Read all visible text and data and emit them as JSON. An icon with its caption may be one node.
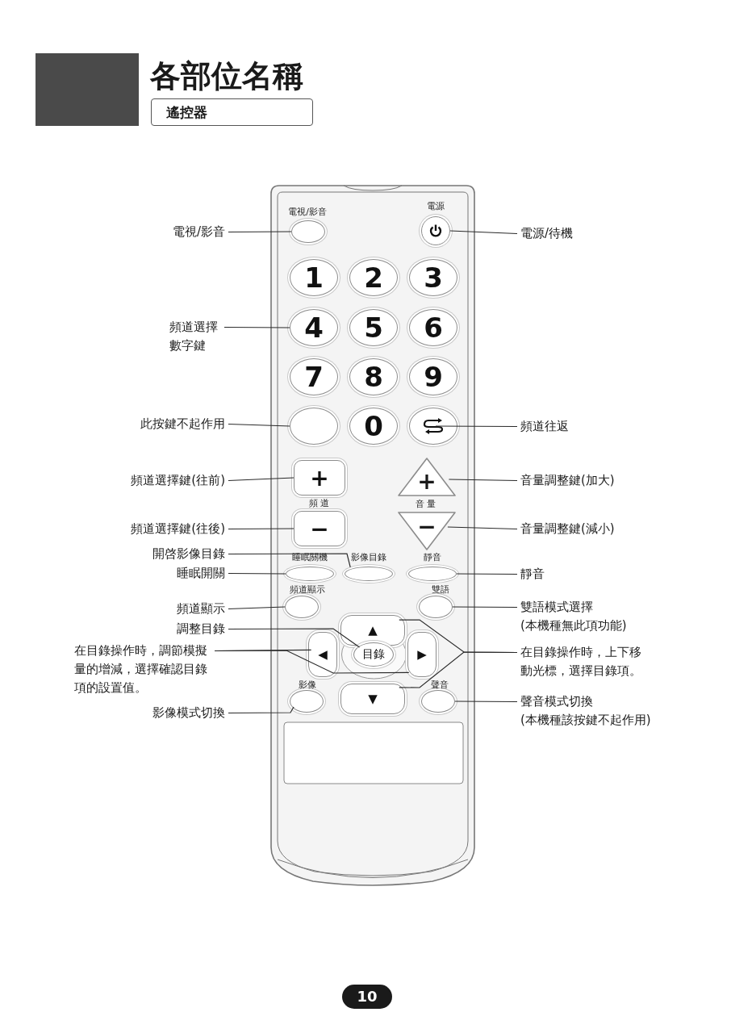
{
  "diagram": {
    "title": "各部位名稱",
    "nodes": [
      {
        "text": [
          "遙控器"
        ]
      },
      {
        "text": [],
        "shape": "box"
      },
      {
        "text": [],
        "shape": "oval",
        "in": 1,
        "beside": [
          "電視/影音"
        ]
      },
      {
        "text": [],
        "shape": "circle",
        "in": 1,
        "beside": [
          "電源"
        ]
      },
      {
        "text": [
          "1"
        ],
        "in": 1
      },
      {
        "text": [
          "2"
        ],
        "in": 1
      },
      {
        "text": [
          "3"
        ],
        "in": 1
      },
      {
        "text": [
          "4"
        ],
        "in": 1
      },
      {
        "text": [
          "5"
        ],
        "in": 1
      },
      {
        "text": [
          "6"
        ],
        "in": 1
      },
      {
        "text": [
          "7"
        ],
        "in": 1
      },
      {
        "text": [
          "8"
        ],
        "in": 1
      },
      {
        "text": [
          "9"
        ],
        "in": 1
      },
      {
        "text": [],
        "shape": "oval",
        "in": 1
      },
      {
        "text": [
          "0"
        ],
        "in": 1
      },
      {
        "text": [],
        "shape": "oval",
        "in": 1
      },
      {
        "text": [
          "+"
        ],
        "in": 1
      },
      {
        "text": [
          "+"
        ],
        "in": 1
      },
      {
        "text": [
          "−"
        ],
        "in": 1
      },
      {
        "text": [
          "−"
        ],
        "in": 1
      },
      {
        "text": [],
        "shape": "oval",
        "in": 1,
        "beside": [
          "睡眠關機"
        ]
      },
      {
        "text": [],
        "shape": "oval",
        "in": 1,
        "beside": [
          "影像目錄"
        ]
      },
      {
        "text": [],
        "shape": "oval",
        "in": 1,
        "beside": [
          "靜音"
        ]
      },
      {
        "text": [],
        "shape": "oval",
        "in": 1,
        "beside": [
          "頻道顯示"
        ]
      },
      {
        "text": [],
        "shape": "oval",
        "in": 1,
        "beside": [
          "雙語"
        ]
      },
      {
        "text": [
          "▲"
        ],
        "in": 1
      },
      {
        "text": [
          "◀"
        ],
        "in": 1
      },
      {
        "text": [
          "目錄"
        ],
        "in": 1
      },
      {
        "text": [
          "▶"
        ],
        "in": 1
      },
      {
        "text": [
          "▼"
        ],
        "in": 1
      },
      {
        "text": [],
        "shape": "oval",
        "in": 1,
        "beside": [
          "影像"
        ]
      },
      {
        "text": [],
        "shape": "oval",
        "in": 1,
        "beside": [
          "聲音"
        ]
      },
      {
        "text": [
          "電視/影音"
        ]
      },
      {
        "text": [
          "電源/待機"
        ]
      },
      {
        "text": [
          "頻道選擇數字鍵"
        ]
      },
      {
        "text": [
          "此按鍵不起作用"
        ]
      },
      {
        "text": [
          "頻道往返"
        ]
      },
      {
        "text": [
          "頻道選擇鍵(往前)"
        ]
      },
      {
        "text": [
          "音量調整鍵(加大)"
        ]
      },
      {
        "text": [
          "頻道選擇鍵(往後)"
        ]
      },
      {
        "text": [
          "音量調整鍵(減小)"
        ]
      },
      {
        "text": [
          "開啓影像目錄"
        ]
      },
      {
        "text": [
          "睡眠開關"
        ]
      },
      {
        "text": [
          "靜音"
        ]
      },
      {
        "text": [
          "頻道顯示"
        ]
      },
      {
        "text": [
          "雙語模式選擇",
          "(本機種無此項功能)"
        ]
      },
      {
        "text": [
          "調整目錄"
        ]
      },
      {
        "text": [
          "在目錄操作時，調節模擬量的增減，選擇確認目錄項的設置值。"
        ]
      },
      {
        "text": [
          "在目錄操作時，上下移動光標，選擇目錄項。"
        ]
      },
      {
        "text": [
          "聲音模式切換",
          "(本機種該按鍵不起作用)"
        ]
      },
      {
        "text": [
          "影像模式切換"
        ]
      }
    ],
    "edges": [
      {
        "from": 32,
        "to": 2,
        "arrow": "none"
      },
      {
        "from": 33,
        "to": 3,
        "arrow": "none"
      },
      {
        "from": 34,
        "to": 7,
        "arrow": "none"
      },
      {
        "from": 35,
        "to": 13,
        "arrow": "none"
      },
      {
        "from": 36,
        "to": 15,
        "arrow": "none"
      },
      {
        "from": 37,
        "to": 16,
        "arrow": "none"
      },
      {
        "from": 38,
        "to": 17,
        "arrow": "none"
      },
      {
        "from": 39,
        "to": 18,
        "arrow": "none"
      },
      {
        "from": 40,
        "to": 19,
        "arrow": "none"
      },
      {
        "from": 41,
        "to": 21,
        "arrow": "none"
      },
      {
        "from": 42,
        "to": 20,
        "arrow": "none"
      },
      {
        "from": 43,
        "to": 22,
        "arrow": "none"
      },
      {
        "from": 44,
        "to": 23,
        "arrow": "none"
      },
      {
        "from": 45,
        "to": 24,
        "arrow": "none"
      },
      {
        "from": 46,
        "to": 27,
        "arrow": "none"
      },
      {
        "from": 47,
        "to": 26,
        "arrow": "none"
      },
      {
        "from": 47,
        "to": 28,
        "arrow": "none"
      },
      {
        "from": 48,
        "to": 25,
        "arrow": "none"
      },
      {
        "from": 48,
        "to": 29,
        "arrow": "none"
      },
      {
        "from": 49,
        "to": 31,
        "arrow": "none"
      },
      {
        "from": 50,
        "to": 30,
        "arrow": "none"
      }
    ],
    "labels": [
      "頻道",
      "音量",
      "10"
    ]
  }
}
